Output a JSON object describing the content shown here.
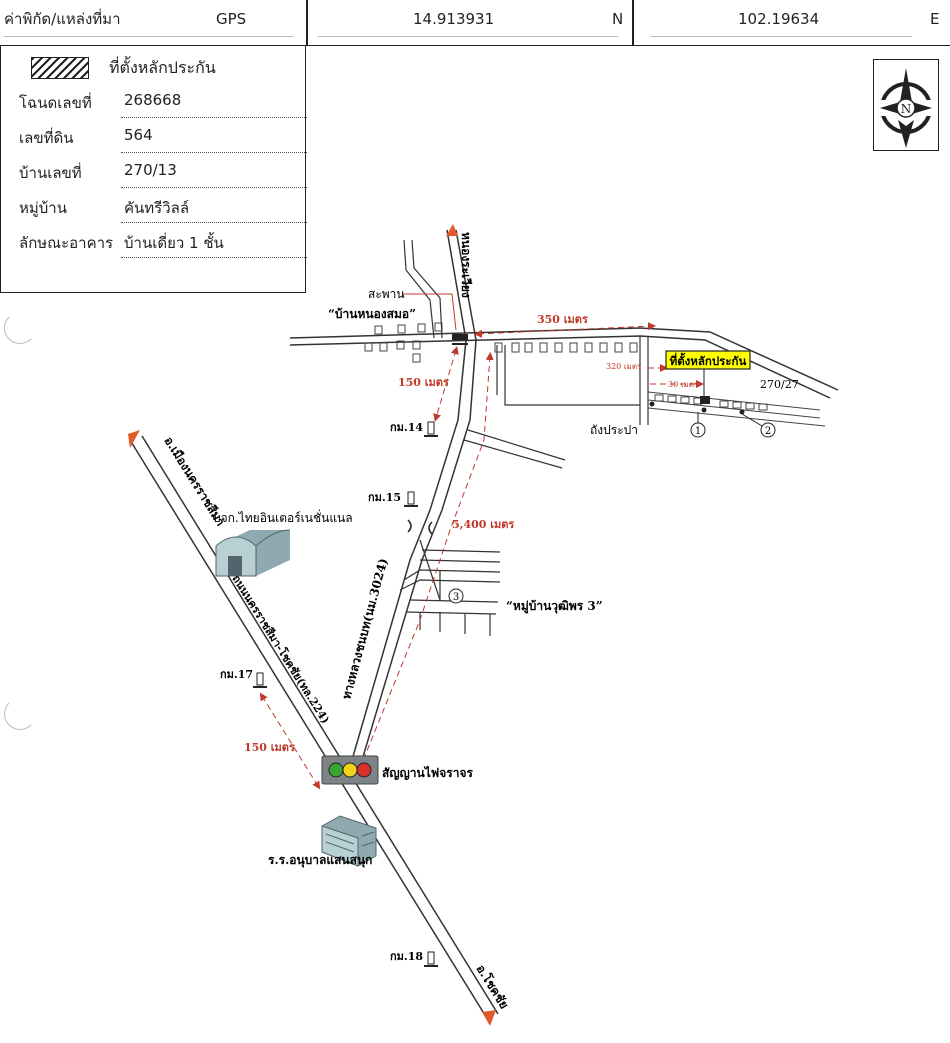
{
  "header": {
    "coord_label": "ค่าพิกัด/แหล่งที่มา",
    "source": "GPS",
    "lat": "14.913931",
    "lat_dir": "N",
    "lon": "102.19634",
    "lon_dir": "E"
  },
  "legend": {
    "title": "ที่ตั้งหลักประกัน",
    "rows": [
      {
        "label": "โฉนดเลขที่",
        "value": "268668"
      },
      {
        "label": "เลขที่ดิน",
        "value": "564"
      },
      {
        "label": "บ้านเลขที่",
        "value": "270/13"
      },
      {
        "label": "หมู่บ้าน",
        "value": "คันทรีวิลล์"
      },
      {
        "label": "ลักษณะอาคาร",
        "value": "บ้านเดี่ยว 1 ชั้น"
      }
    ]
  },
  "compass": {
    "north_label": "N"
  },
  "map": {
    "road_nongrawiang": "หนองระเวียง",
    "bridge": "สะพาน",
    "village_nongsamo": "“บ้านหนองสมอ”",
    "dist_350": "350 เมตร",
    "dist_320": "320 เมตร",
    "dist_30": "30 เมตร",
    "collateral_label": "ที่ตั้งหลักประกัน",
    "house_270_27": "270/27",
    "water_tank": "ถังประปา",
    "dist_150_top": "150 เมตร",
    "km14": "กม.14",
    "km15": "กม.15",
    "km17": "กม.17",
    "km18": "กม.18",
    "dist_5400": "5,400 เมตร",
    "company": "บจก.ไทยอินเตอร์เนชั่นแนล",
    "road_3024": "ทางหลวงชนบท(นม.3024)",
    "village_wutiphon": "“หมู่บ้านวุฒิพร 3”",
    "to_muang": "อ.เมืองนครราชสีมา",
    "road_224": "ถนนนครราชสีมา-โชคชัย(ทล.224)",
    "dist_150_bottom": "150 เมตร",
    "traffic_light": "สัญญานไฟจราจร",
    "school": "ร.ร.อนุบาลแสนสนุก",
    "to_chokchai": "อ.โชคชัย",
    "marker_1": "1",
    "marker_2": "2",
    "marker_3": "3"
  },
  "colors": {
    "road": "#333333",
    "distance_red": "#c0392b",
    "highlight": "#ffff00",
    "arrow_orange": "#e05a2a",
    "light_green": "#3aa537",
    "light_yellow": "#f2d21b",
    "light_red": "#d9302c"
  }
}
